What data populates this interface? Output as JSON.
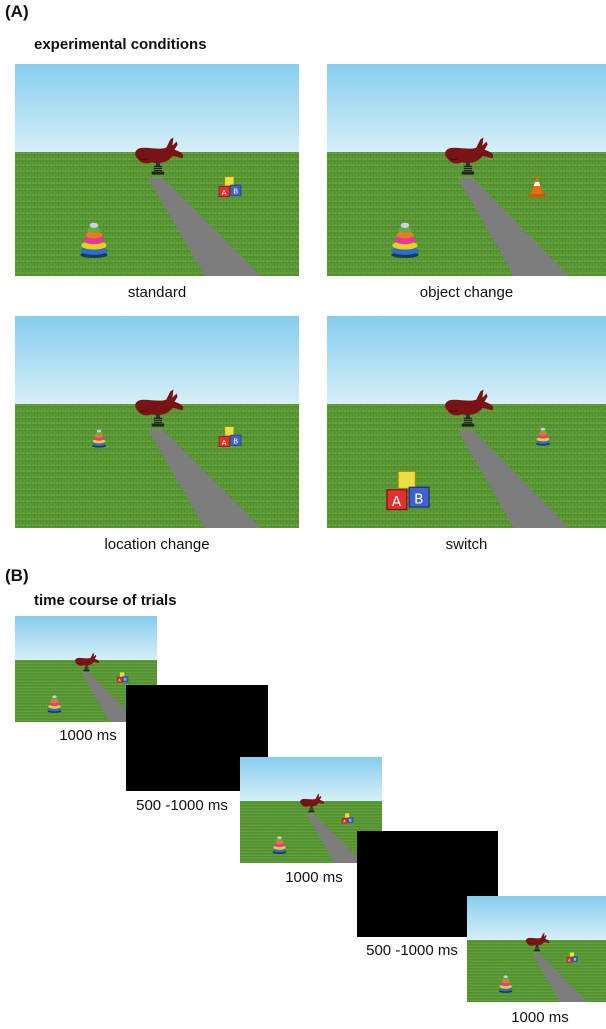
{
  "panel_a": {
    "label": "(A)",
    "heading": "experimental conditions",
    "conditions": [
      {
        "caption": "standard"
      },
      {
        "caption": "object change"
      },
      {
        "caption": "location change"
      },
      {
        "caption": "switch"
      }
    ]
  },
  "panel_b": {
    "label": "(B)",
    "heading": "time course of trials",
    "steps": [
      {
        "duration": "1000 ms"
      },
      {
        "duration": "500 -1000 ms"
      },
      {
        "duration": "1000 ms"
      },
      {
        "duration": "500 -1000 ms"
      },
      {
        "duration": "1000 ms"
      }
    ]
  },
  "colors": {
    "sky_top": "#8fd0ec",
    "sky_bottom": "#d4eef7",
    "grass": "#5b9a36",
    "path": "#7f7f7f",
    "rabbit": "#7a1414",
    "mask": "#000000"
  }
}
